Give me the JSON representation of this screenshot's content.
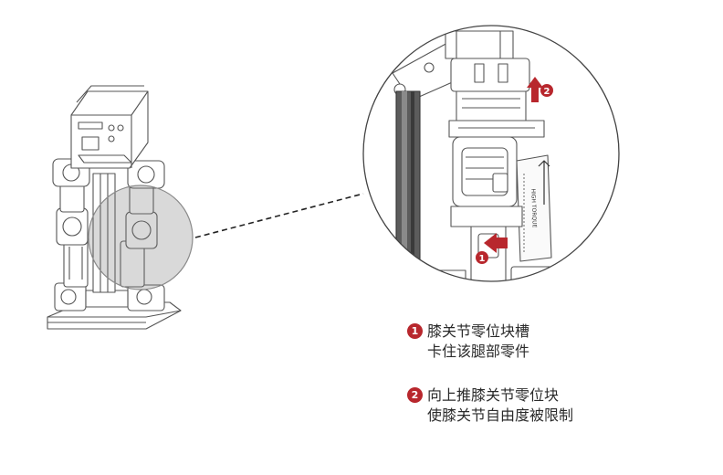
{
  "steps": [
    {
      "number": "1",
      "line1": "膝关节零位块槽",
      "line2": "卡住该腿部零件"
    },
    {
      "number": "2",
      "line1": "向上推膝关节零位块",
      "line2": "使膝关节自由度被限制"
    }
  ],
  "callouts": {
    "marker1": "1",
    "marker2": "2"
  },
  "arrow_label": "HIGH TORQUE",
  "colors": {
    "accent": "#b8272d",
    "line": "#333333",
    "magnifier": "#9a9a9a"
  }
}
